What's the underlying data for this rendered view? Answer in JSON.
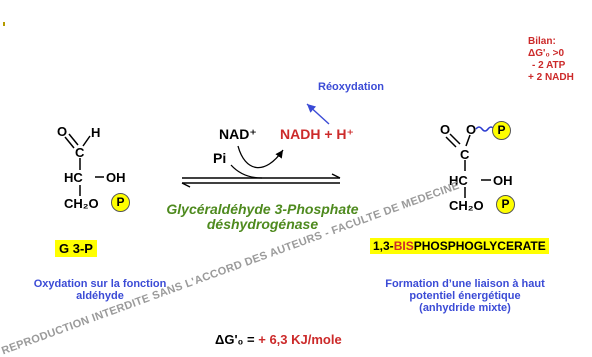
{
  "bilan": {
    "title": "Bilan:",
    "delta": "ΔG'₀ >0",
    "atp": "- 2 ATP",
    "nadh": "+ 2 NADH"
  },
  "reaction": {
    "reoxydation": "Réoxydation",
    "nad": "NAD⁺",
    "nadh": "NADH + H⁺",
    "pi": "Pi",
    "enzyme_line1": "Glycéraldéhyde 3-Phosphate",
    "enzyme_line2": "déshydrogénase"
  },
  "left_molecule": {
    "o": "O",
    "h": "H",
    "c": "C",
    "hc": "HC",
    "oh": "OH",
    "ch2o": "CH₂O",
    "p": "P",
    "name": "G 3-P",
    "description_line1": "Oxydation sur la fonction",
    "description_line2": "aldéhyde"
  },
  "right_molecule": {
    "o": "O",
    "o2": "O",
    "c": "C",
    "hc": "HC",
    "oh": "OH",
    "ch2o": "CH₂O",
    "p": "P",
    "name_prefix": "1,3-",
    "name_highlight": "BIS",
    "name_suffix": "PHOSPHOGLYCERATE",
    "description_line1": "Formation d’une liaison à haut",
    "description_line2": "potentiel énergétique",
    "description_line3": "(anhydride mixte)"
  },
  "delta_g": {
    "label": "ΔG'₀ = ",
    "value": "+ 6,3 KJ/mole"
  },
  "watermark": {
    "text1": "REPRODUCTION INTERDITE SANS L'ACCORD DES AUTEURS - FACULTE DE MEDECINE"
  },
  "colors": {
    "blue": "#3b4bd6",
    "red": "#cc2a2a",
    "green": "#4e8a1e",
    "yellow": "#ffff00"
  }
}
